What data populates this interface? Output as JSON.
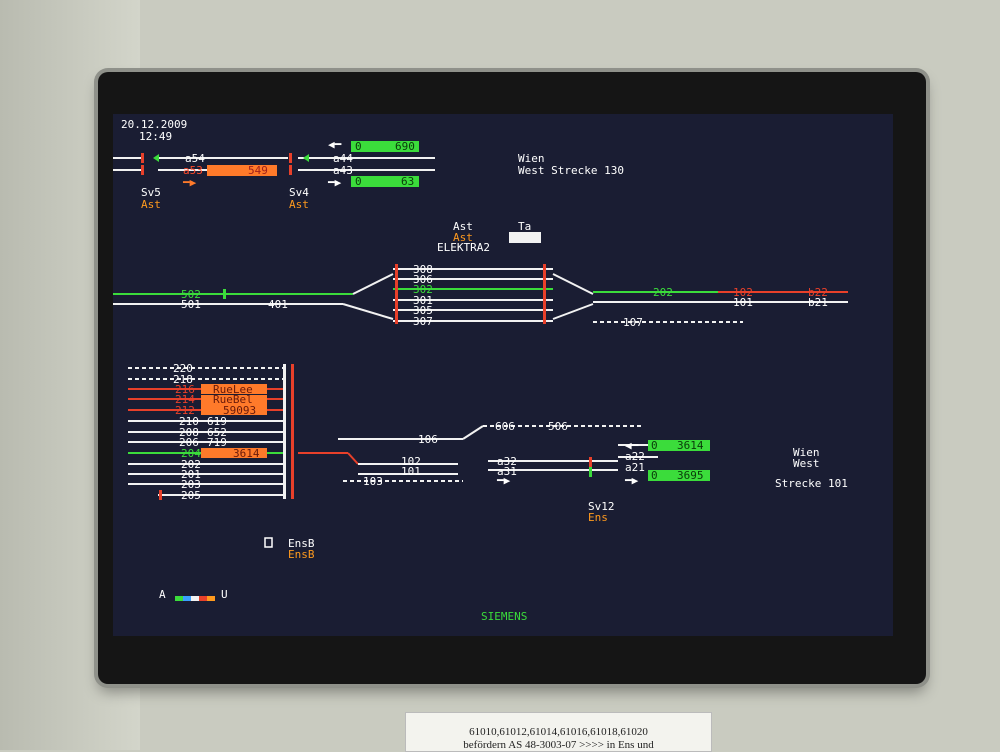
{
  "header": {
    "date": "20.12.2009",
    "time": "12:49"
  },
  "station_top": {
    "line1": "Wien",
    "line2": "West Strecke 130"
  },
  "station_right": {
    "line1": "Wien",
    "line2": "West",
    "line3": "Strecke 101"
  },
  "top_left": {
    "signal_a54": "a54",
    "signal_a53": "a53",
    "block_a53_value": "549",
    "signal_a44": "a44",
    "signal_a43": "a43",
    "counter_upper": {
      "left": "0",
      "right": "690"
    },
    "counter_lower": {
      "left": "0",
      "right": "63"
    },
    "sv5": "Sv5",
    "sv5_sub": "Ast",
    "sv4": "Sv4",
    "sv4_sub": "Ast"
  },
  "center": {
    "ast": "Ast",
    "ast_orange": "Ast",
    "ta": "Ta",
    "elektra": "ELEKTRA2",
    "tracks_mid": [
      "308",
      "306",
      "302",
      "301",
      "305",
      "307"
    ],
    "left_tracks": [
      "502",
      "501",
      "401"
    ],
    "right_tracks": [
      "202",
      "102",
      "101",
      "b22",
      "b21",
      "107"
    ]
  },
  "lower_left": {
    "tracks": [
      "220",
      "218",
      "216",
      "214",
      "212",
      "210",
      "208",
      "206",
      "204",
      "202",
      "201",
      "203",
      "205"
    ],
    "labels": [
      "RueLee",
      "RueBel",
      "59093",
      "619",
      "652",
      "719",
      "3614"
    ],
    "mid_tracks": [
      "606",
      "506",
      "106",
      "102",
      "101",
      "103"
    ]
  },
  "lower_right": {
    "signals": [
      "a32",
      "a31",
      "a22",
      "a21"
    ],
    "counter_upper": {
      "left": "0",
      "right": "3614"
    },
    "counter_lower": {
      "left": "0",
      "right": "3695"
    },
    "sv12": "Sv12",
    "sv12_sub": "Ens"
  },
  "ensb": {
    "label": "EnsB",
    "sub": "EnsB"
  },
  "legend": {
    "a": "A",
    "u": "U"
  },
  "brand": "SIEMENS",
  "sticker": {
    "line1": "61010,61012,61014,61016,61018,61020",
    "line2": "befördern AS 48-3003-07 >>>> in Ens und"
  },
  "colors": {
    "track": "#f2f2f2",
    "active": "#3bdc3b",
    "occupied": "#e8402a",
    "signal": "#e8402a",
    "amber": "#ff9a1e",
    "screen_bg": "#1a1d33"
  }
}
